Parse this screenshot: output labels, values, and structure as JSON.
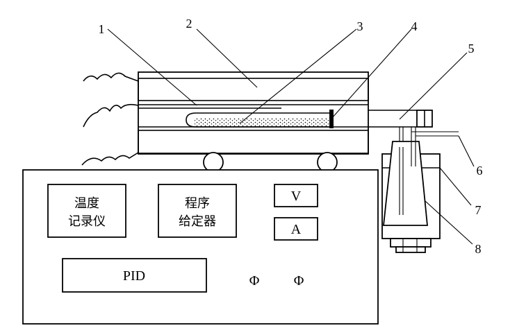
{
  "callouts": [
    "1",
    "2",
    "3",
    "4",
    "5",
    "6",
    "7",
    "8"
  ],
  "panel": {
    "temp_recorder": [
      "温度",
      "记录仪"
    ],
    "program_setter": [
      "程序",
      "给定器"
    ],
    "voltmeter": "V",
    "ammeter": "A",
    "pid": "PID",
    "knob_symbol": "Φ"
  }
}
